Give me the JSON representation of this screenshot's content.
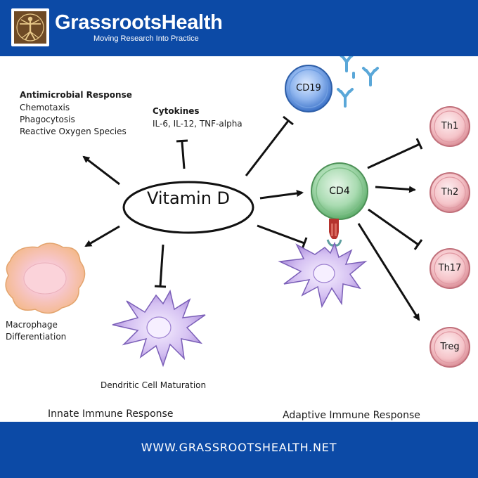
{
  "header": {
    "brand_name": "GrassrootsHealth",
    "tagline": "Moving Research Into Practice",
    "logo_icon": "vitruvian-man-icon",
    "background": "#0c4aa6"
  },
  "diagram": {
    "center_label": "Vitamin D",
    "antimicrobial": {
      "title": "Antimicrobial Response",
      "items": [
        "Chemotaxis",
        "Phagocytosis",
        "Reactive Oxygen Species"
      ]
    },
    "cytokines": {
      "title": "Cytokines",
      "items": "IL-6, IL-12, TNF-alpha"
    },
    "macrophage_label_line1": "Macrophage",
    "macrophage_label_line2": "Differentiation",
    "dendritic_label": "Dendritic Cell Maturation",
    "b_cell_label": "CD19",
    "t_cell_label": "CD4",
    "subsets": [
      "Th1",
      "Th2",
      "Th17",
      "Treg"
    ],
    "innate_label": "Innate Immune Response",
    "adaptive_label": "Adaptive Immune Response",
    "colors": {
      "cd19": "#5b8fd8",
      "cd4": "#8ccf98",
      "t_subset": "#f4b7bd",
      "dendritic": "#c9b0ec",
      "macrophage": "#f7c9a5",
      "receptor_red": "#b5332e"
    }
  },
  "footer": {
    "url": "WWW.GRASSROOTSHEALTH.NET"
  }
}
